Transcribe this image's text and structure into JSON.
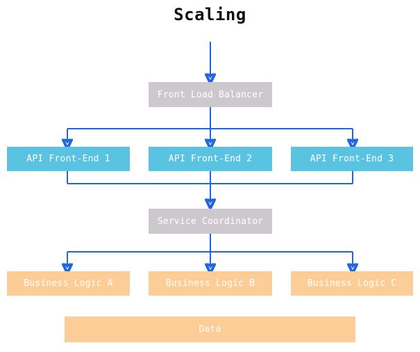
{
  "diagram": {
    "title": "Scaling",
    "accent_color": "#2266dd",
    "colors": {
      "gray": "#ccc8ce",
      "cyan": "#5ac3e2",
      "orange": "#fccd96",
      "arrow": "#2266dd",
      "label": "#ffffff",
      "title": "#111111",
      "background": "#ffffff"
    },
    "nodes": [
      {
        "id": "front-load-balancer",
        "label": "Front Load Balancer",
        "tier": "gray"
      },
      {
        "id": "api-front-end-1",
        "label": "API Front-End 1",
        "tier": "cyan"
      },
      {
        "id": "api-front-end-2",
        "label": "API Front-End 2",
        "tier": "cyan"
      },
      {
        "id": "api-front-end-3",
        "label": "API Front-End 3",
        "tier": "cyan"
      },
      {
        "id": "service-coordinator",
        "label": "Service Coordinator",
        "tier": "gray"
      },
      {
        "id": "business-logic-a",
        "label": "Business Logic A",
        "tier": "orange"
      },
      {
        "id": "business-logic-b",
        "label": "Business Logic B",
        "tier": "orange"
      },
      {
        "id": "business-logic-c",
        "label": "Business Logic C",
        "tier": "orange"
      },
      {
        "id": "data",
        "label": "Data",
        "tier": "orange"
      }
    ],
    "edges": [
      {
        "from": "external-ingress",
        "to": "front-load-balancer"
      },
      {
        "from": "front-load-balancer",
        "to": "api-front-end-1"
      },
      {
        "from": "front-load-balancer",
        "to": "api-front-end-2"
      },
      {
        "from": "front-load-balancer",
        "to": "api-front-end-3"
      },
      {
        "from": "api-front-end-1",
        "to": "service-coordinator"
      },
      {
        "from": "api-front-end-2",
        "to": "service-coordinator"
      },
      {
        "from": "api-front-end-3",
        "to": "service-coordinator"
      },
      {
        "from": "service-coordinator",
        "to": "business-logic-a"
      },
      {
        "from": "service-coordinator",
        "to": "business-logic-b"
      },
      {
        "from": "service-coordinator",
        "to": "business-logic-c"
      }
    ]
  }
}
